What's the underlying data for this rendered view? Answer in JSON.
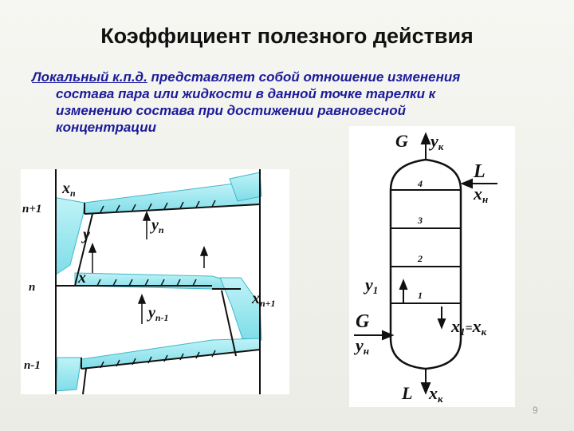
{
  "title": "Коэффициент полезного действия",
  "definition": {
    "term": "Локальный к.п.д.",
    "line1_rest": " представляет собой отношение изменения",
    "line2": "состава пара или жидкости  в данной точке тарелки к",
    "line3": "изменению состава  при достижении равновесной",
    "line4": "концентрации"
  },
  "plate_diagram": {
    "level_labels": [
      "n+1",
      "n",
      "n-1"
    ],
    "flow_labels": {
      "xn": "x",
      "xn_sub": "n",
      "y": "y",
      "yn": "y",
      "yn_sub": "n",
      "x": "x",
      "xn1": "x",
      "xn1_sub": "n+1",
      "yn_1": "y",
      "yn_1_sub": "n-1"
    },
    "colors": {
      "liquid": "#8fe3ec",
      "liquid_edge": "#3fb7c9",
      "line": "#111111"
    }
  },
  "column_diagram": {
    "top_labels": {
      "G": "G",
      "y": "y",
      "y_sub": "к"
    },
    "reflux": {
      "L": "L",
      "x": "x",
      "x_sub": "н"
    },
    "tray_numbers": [
      "4",
      "3",
      "2",
      "1"
    ],
    "y1": {
      "y": "y",
      "sub": "1"
    },
    "x1_eq": {
      "x": "x",
      "sub": "1",
      "eq": "=",
      "x2": "x",
      "sub2": "к"
    },
    "feed": {
      "G": "G",
      "y": "y",
      "sub": "н"
    },
    "bottom": {
      "L": "L",
      "x": "x",
      "sub": "к"
    }
  },
  "page_number": "9"
}
